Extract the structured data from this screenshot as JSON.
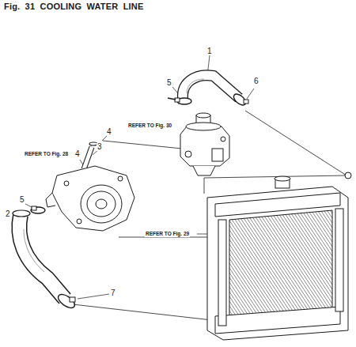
{
  "diagram": {
    "title": "Fig. 31 COOLING WATER LINE",
    "labels": [
      "1",
      "5",
      "6",
      "REFER TO Fig. 30",
      "4",
      "3",
      "REFER TO Fig. 28",
      "4",
      "5",
      "2",
      "REFER TO Fig. 29",
      "7"
    ]
  }
}
